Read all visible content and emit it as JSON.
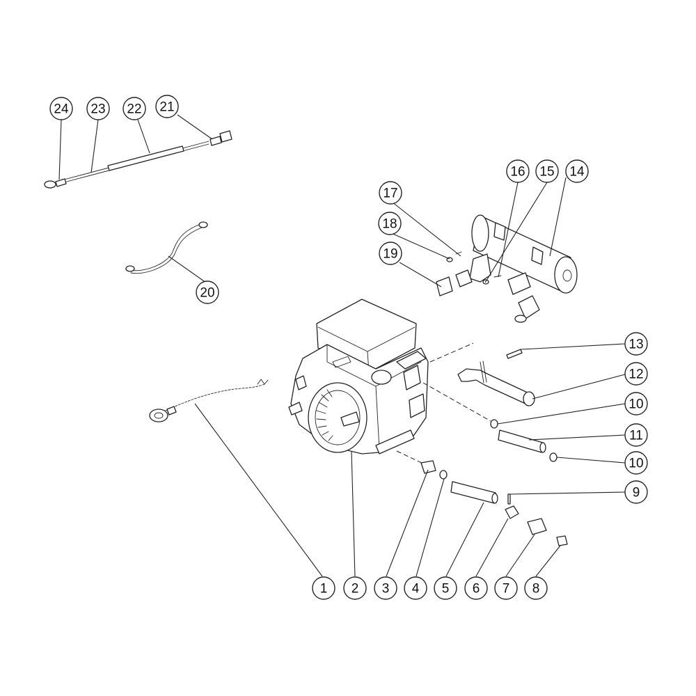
{
  "callouts": [
    {
      "id": "1",
      "label": "1"
    },
    {
      "id": "2",
      "label": "2"
    },
    {
      "id": "3",
      "label": "3"
    },
    {
      "id": "4",
      "label": "4"
    },
    {
      "id": "5",
      "label": "5"
    },
    {
      "id": "6",
      "label": "6"
    },
    {
      "id": "7",
      "label": "7"
    },
    {
      "id": "8",
      "label": "8"
    },
    {
      "id": "9",
      "label": "9"
    },
    {
      "id": "10a",
      "label": "10"
    },
    {
      "id": "11",
      "label": "11"
    },
    {
      "id": "10b",
      "label": "10"
    },
    {
      "id": "12",
      "label": "12"
    },
    {
      "id": "13",
      "label": "13"
    },
    {
      "id": "14",
      "label": "14"
    },
    {
      "id": "15",
      "label": "15"
    },
    {
      "id": "16",
      "label": "16"
    },
    {
      "id": "17",
      "label": "17"
    },
    {
      "id": "18",
      "label": "18"
    },
    {
      "id": "19",
      "label": "19"
    },
    {
      "id": "20",
      "label": "20"
    },
    {
      "id": "21",
      "label": "21"
    },
    {
      "id": "22",
      "label": "22"
    },
    {
      "id": "23",
      "label": "23"
    },
    {
      "id": "24",
      "label": "24"
    }
  ]
}
